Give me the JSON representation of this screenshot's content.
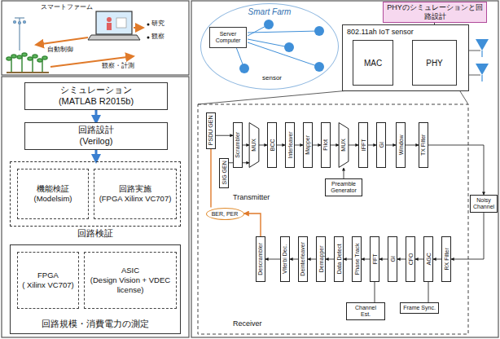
{
  "diagram": {
    "nodes": [
      {
        "text": [
          "シミュレーション",
          "(MATLAB R2015b)"
        ]
      },
      {
        "text": [
          "回路設計",
          "(Verilog)"
        ]
      },
      {
        "text": [
          "回路検証"
        ]
      },
      {
        "text": [
          "機能検証",
          "(Modelsim)"
        ],
        "in": 2
      },
      {
        "text": [
          "回路実施",
          "(FPGA Xilinx VC707)"
        ],
        "in": 2
      },
      {
        "text": [
          "回路規模・消費電力の測定"
        ]
      },
      {
        "text": [
          "FPGA",
          "( Xilinx VC707)"
        ],
        "in": 5
      },
      {
        "text": [
          "ASIC",
          "(Design Vision + VDEC license)"
        ],
        "in": 5
      },
      {
        "text": [
          "Smart Farm"
        ]
      },
      {
        "text": [
          "Server Computer"
        ],
        "in": 8
      },
      {
        "text": [
          "802.11ah IoT sensor"
        ]
      },
      {
        "text": [
          "MAC"
        ],
        "in": 10
      },
      {
        "text": [
          "PHY"
        ],
        "in": 10
      },
      {
        "text": [
          "PHYのシミュレーションと回路設計"
        ]
      },
      {
        "text": [
          "Transmitter"
        ]
      },
      {
        "text": [
          "PSDU GEN"
        ],
        "in": 14
      },
      {
        "text": [
          "SIG GEN"
        ],
        "in": 14
      },
      {
        "text": [
          "Scrambler"
        ],
        "in": 14
      },
      {
        "text": [
          "MUX"
        ],
        "in": 14
      },
      {
        "text": [
          "BCC"
        ],
        "in": 14
      },
      {
        "text": [
          "Interleaver"
        ],
        "in": 14
      },
      {
        "text": [
          "Mapper"
        ],
        "in": 14
      },
      {
        "text": [
          "Pilot"
        ],
        "in": 14
      },
      {
        "text": [
          "MUX"
        ],
        "in": 14
      },
      {
        "text": [
          "IFFT"
        ],
        "in": 14
      },
      {
        "text": [
          "GI"
        ],
        "in": 14
      },
      {
        "text": [
          "Window"
        ],
        "in": 14
      },
      {
        "text": [
          "TX Filter"
        ],
        "in": 14
      },
      {
        "text": [
          "Preamble Generator"
        ],
        "in": 14
      },
      {
        "text": [
          "BER, PER"
        ]
      },
      {
        "text": [
          "Noisy Channel"
        ]
      },
      {
        "text": [
          "Receiver"
        ]
      },
      {
        "text": [
          "RX Filter"
        ],
        "in": 31
      },
      {
        "text": [
          "AGC"
        ],
        "in": 31
      },
      {
        "text": [
          "CFO"
        ],
        "in": 31
      },
      {
        "text": [
          "GI"
        ],
        "in": 31
      },
      {
        "text": [
          "FFT"
        ],
        "in": 31
      },
      {
        "text": [
          "Phase Track"
        ],
        "in": 31
      },
      {
        "text": [
          "Data Detect"
        ],
        "in": 31
      },
      {
        "text": [
          "Demapper"
        ],
        "in": 31
      },
      {
        "text": [
          "Deinterleaver"
        ],
        "in": 31
      },
      {
        "text": [
          "Viterbi Dec."
        ],
        "in": 31
      },
      {
        "text": [
          "Descrambler"
        ],
        "in": 31
      },
      {
        "text": [
          "Channel Est."
        ],
        "in": 31
      },
      {
        "text": [
          "Frame Sync."
        ],
        "in": 31
      }
    ],
    "edges": [
      {
        "from": 0,
        "to": 1,
        "arrow": "to"
      },
      {
        "from": 1,
        "to": 2,
        "arrow": "to"
      },
      {
        "from": 13,
        "to": 12,
        "arrow": "to"
      },
      {
        "from": 15,
        "to": 17,
        "arrow": "to"
      },
      {
        "from": 17,
        "to": 18,
        "arrow": "to"
      },
      {
        "from": 16,
        "to": 18,
        "arrow": "to"
      },
      {
        "from": 18,
        "to": 19,
        "arrow": "to"
      },
      {
        "from": 19,
        "to": 20,
        "arrow": "to"
      },
      {
        "from": 20,
        "to": 21,
        "arrow": "to"
      },
      {
        "from": 21,
        "to": 22,
        "arrow": "to"
      },
      {
        "from": 22,
        "to": 23,
        "arrow": "to"
      },
      {
        "from": 28,
        "to": 23,
        "arrow": "to"
      },
      {
        "from": 23,
        "to": 24,
        "arrow": "to"
      },
      {
        "from": 24,
        "to": 25,
        "arrow": "to"
      },
      {
        "from": 25,
        "to": 26,
        "arrow": "to"
      },
      {
        "from": 26,
        "to": 27,
        "arrow": "to"
      },
      {
        "from": 27,
        "to": 30,
        "arrow": "to"
      },
      {
        "from": 30,
        "to": 32,
        "arrow": "to"
      },
      {
        "from": 32,
        "to": 33,
        "arrow": "to"
      },
      {
        "from": 33,
        "to": 34,
        "arrow": "to"
      },
      {
        "from": 34,
        "to": 35,
        "arrow": "to"
      },
      {
        "from": 35,
        "to": 36,
        "arrow": "to"
      },
      {
        "from": 36,
        "to": 37,
        "arrow": "to"
      },
      {
        "from": 37,
        "to": 38,
        "arrow": "to"
      },
      {
        "from": 38,
        "to": 39,
        "arrow": "to"
      },
      {
        "from": 39,
        "to": 40,
        "arrow": "to"
      },
      {
        "from": 40,
        "to": 41,
        "arrow": "to"
      },
      {
        "from": 41,
        "to": 42,
        "arrow": "to"
      },
      {
        "from": 15,
        "to": 29,
        "arrow": "none"
      },
      {
        "from": 42,
        "to": 29,
        "arrow": "to"
      },
      {
        "from": 36,
        "to": 43,
        "arrow": "none"
      },
      {
        "from": 33,
        "to": 44,
        "arrow": "none"
      }
    ],
    "labels": [
      "スマートファーム",
      "研究",
      "観察",
      "自動制御",
      "観察・計測",
      "sensor"
    ]
  }
}
